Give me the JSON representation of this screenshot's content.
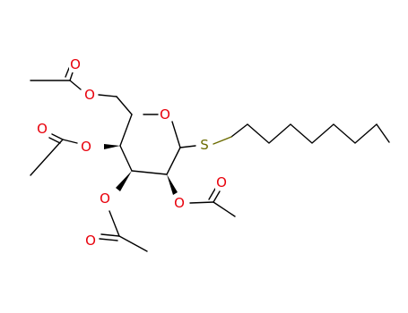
{
  "molecule": {
    "atoms": {
      "ring_oxygen": "O",
      "sulfur": "S",
      "o_c6_ester": "O",
      "o_c6_carbonyl": "O",
      "o_c4_ester": "O",
      "o_c4_carbonyl": "O",
      "o_c3_ester": "O",
      "o_c3_carbonyl": "O",
      "o_c2_ester": "O",
      "o_c2_carbonyl": "O"
    },
    "colors": {
      "oxygen": "#e8000b",
      "sulfur": "#6b6b00",
      "carbon_bond": "#000000"
    }
  }
}
